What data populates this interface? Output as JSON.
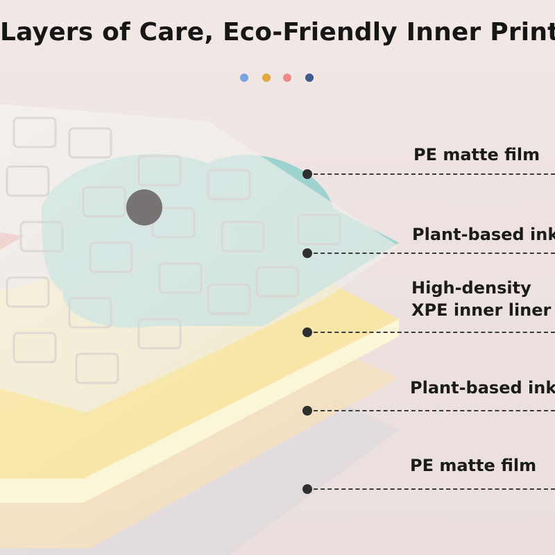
{
  "title": "Layers of Care, Eco-Friendly Inner Printing",
  "accent_dots": [
    {
      "name": "blue-dot",
      "color": "#7aa3e0"
    },
    {
      "name": "yellow-dot",
      "color": "#e0a93c"
    },
    {
      "name": "pink-dot",
      "color": "#f08a88"
    },
    {
      "name": "navy-dot",
      "color": "#3d5b8c"
    }
  ],
  "layers": [
    {
      "label": "PE matte film",
      "color": "#f3f1ef"
    },
    {
      "label": "Plant-based ink",
      "color": "#8ccdc8"
    },
    {
      "label": "High-density",
      "label_line2": "XPE inner liner",
      "color": "#f8e8ad"
    },
    {
      "label": "Plant-based ink",
      "color": "#f6e2bd"
    },
    {
      "label": "PE matte film",
      "color": "#e3dfe0"
    }
  ],
  "colors": {
    "background": "#eee3e2",
    "leader": "#3a3a3a"
  }
}
